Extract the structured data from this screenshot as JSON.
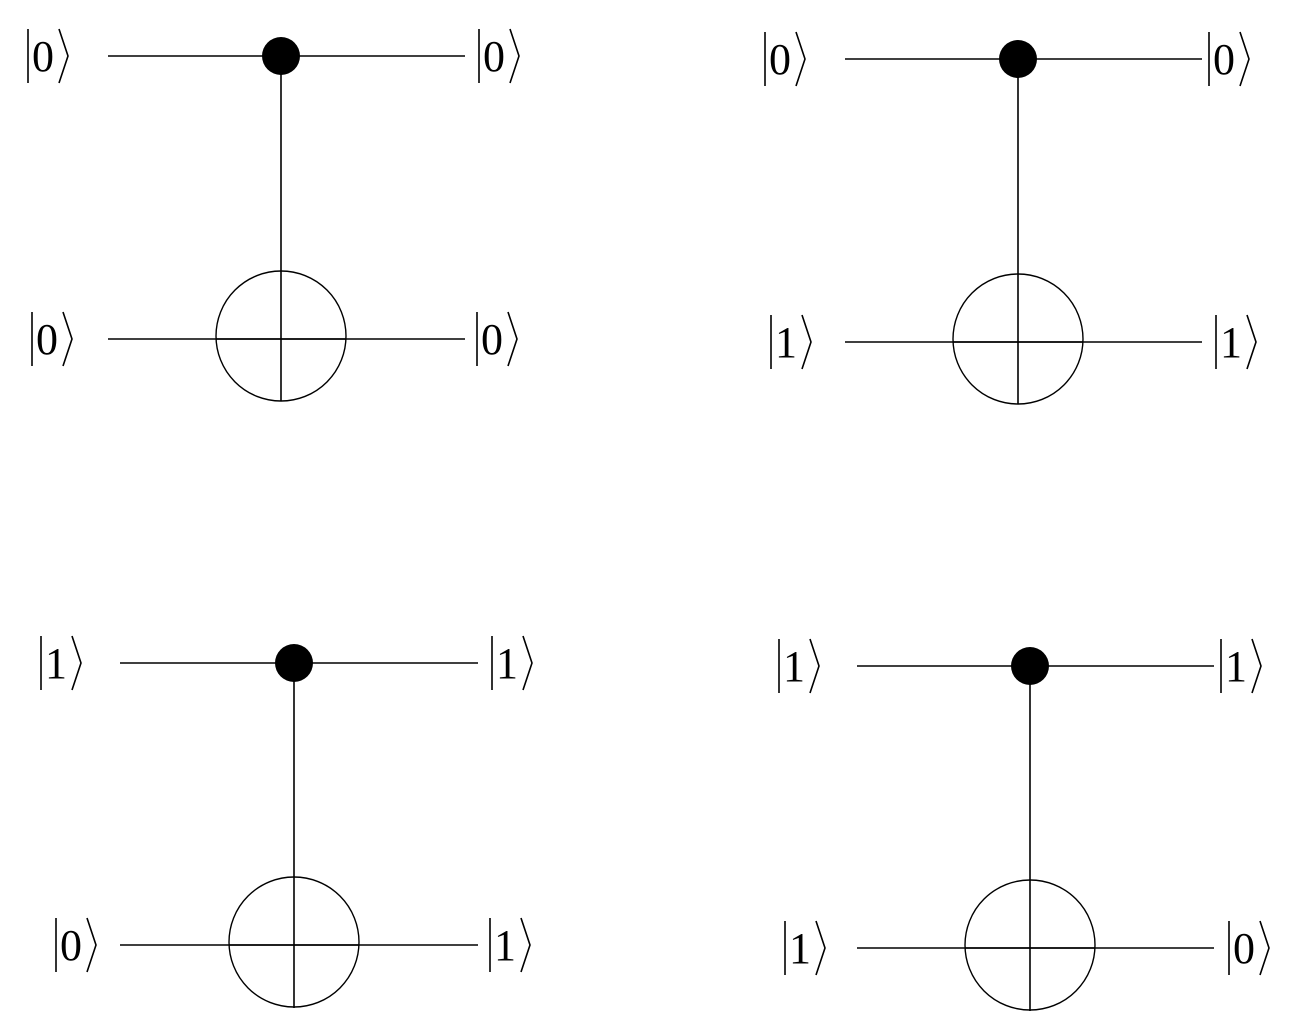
{
  "circuits": [
    {
      "control_in": "0",
      "target_in": "0",
      "control_out": "0",
      "target_out": "0"
    },
    {
      "control_in": "0",
      "target_in": "1",
      "control_out": "0",
      "target_out": "1"
    },
    {
      "control_in": "1",
      "target_in": "0",
      "control_out": "1",
      "target_out": "1"
    },
    {
      "control_in": "1",
      "target_in": "1",
      "control_out": "1",
      "target_out": "0"
    }
  ]
}
